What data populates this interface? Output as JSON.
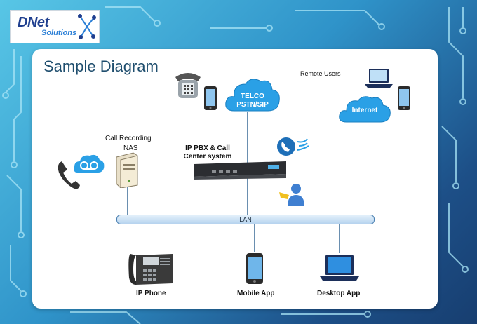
{
  "logo": {
    "text": "DNet",
    "sub": "Solutions"
  },
  "title": "Sample Diagram",
  "nodes": {
    "call_recording": "Call Recording",
    "nas": "NAS",
    "ip_pbx_line1": "IP PBX & Call",
    "ip_pbx_line2": "Center system",
    "telco_line1": "TELCO",
    "telco_line2": "PSTN/SIP",
    "remote_users": "Remote Users",
    "internet": "Internet",
    "lan": "LAN",
    "ip_phone": "IP Phone",
    "mobile_app": "Mobile App",
    "desktop_app": "Desktop App"
  },
  "colors": {
    "cloud": "#2aa0e6",
    "accent": "#1f4e6e",
    "lan_border": "#4a7fb0"
  },
  "icons": [
    "desk-phone-icon",
    "smartphone-icon",
    "laptop-icon",
    "server-icon",
    "pbx-device-icon",
    "voicemail-icon",
    "call-forward-icon",
    "agent-icon"
  ]
}
